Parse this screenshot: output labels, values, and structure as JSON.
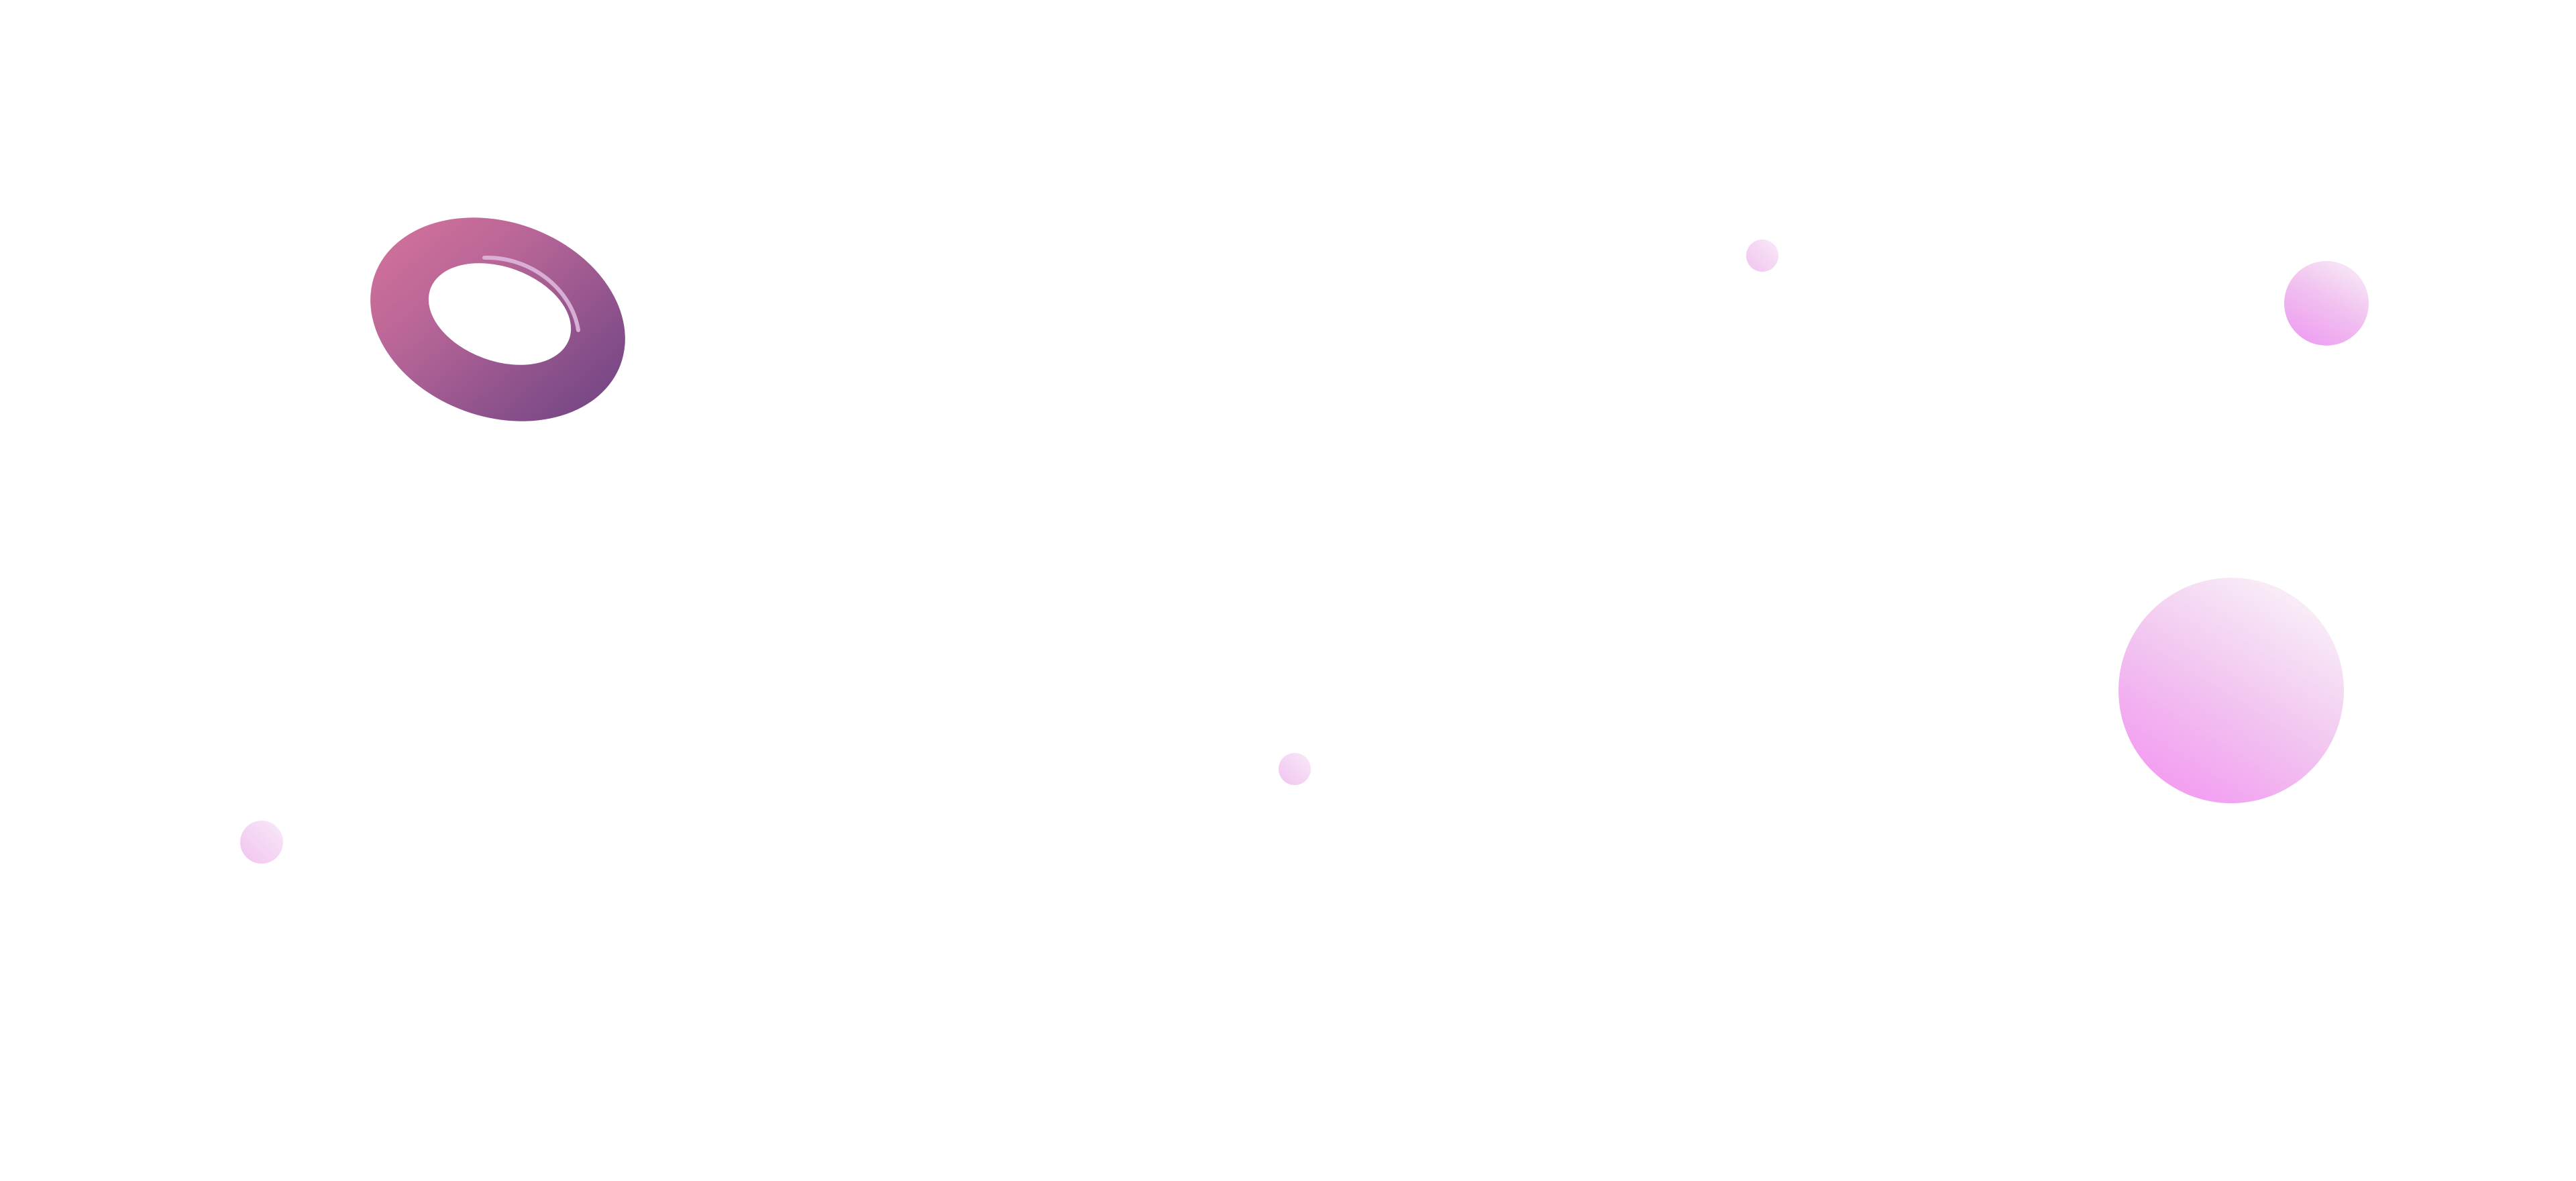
{
  "background_color": "#ffffff",
  "shapes": {
    "ring": {
      "icon": "torus-icon",
      "gradient": [
        "#e5789d",
        "#b66597",
        "#874f8a",
        "#5c3c7e"
      ],
      "highlight_color": "#dcb3d8"
    },
    "bubble_colors": {
      "light": "#f8eaf7",
      "mid": "#f1c3f0",
      "strong": "#f3a0f1",
      "deep": "#ee9cf1"
    },
    "bubbles": [
      {
        "name": "bubble-large-right",
        "icon": "circle-icon"
      },
      {
        "name": "bubble-medium-top-right",
        "icon": "circle-icon"
      },
      {
        "name": "bubble-small-top-center",
        "icon": "circle-icon"
      },
      {
        "name": "bubble-small-center",
        "icon": "circle-icon"
      },
      {
        "name": "bubble-small-left",
        "icon": "circle-icon"
      }
    ]
  }
}
